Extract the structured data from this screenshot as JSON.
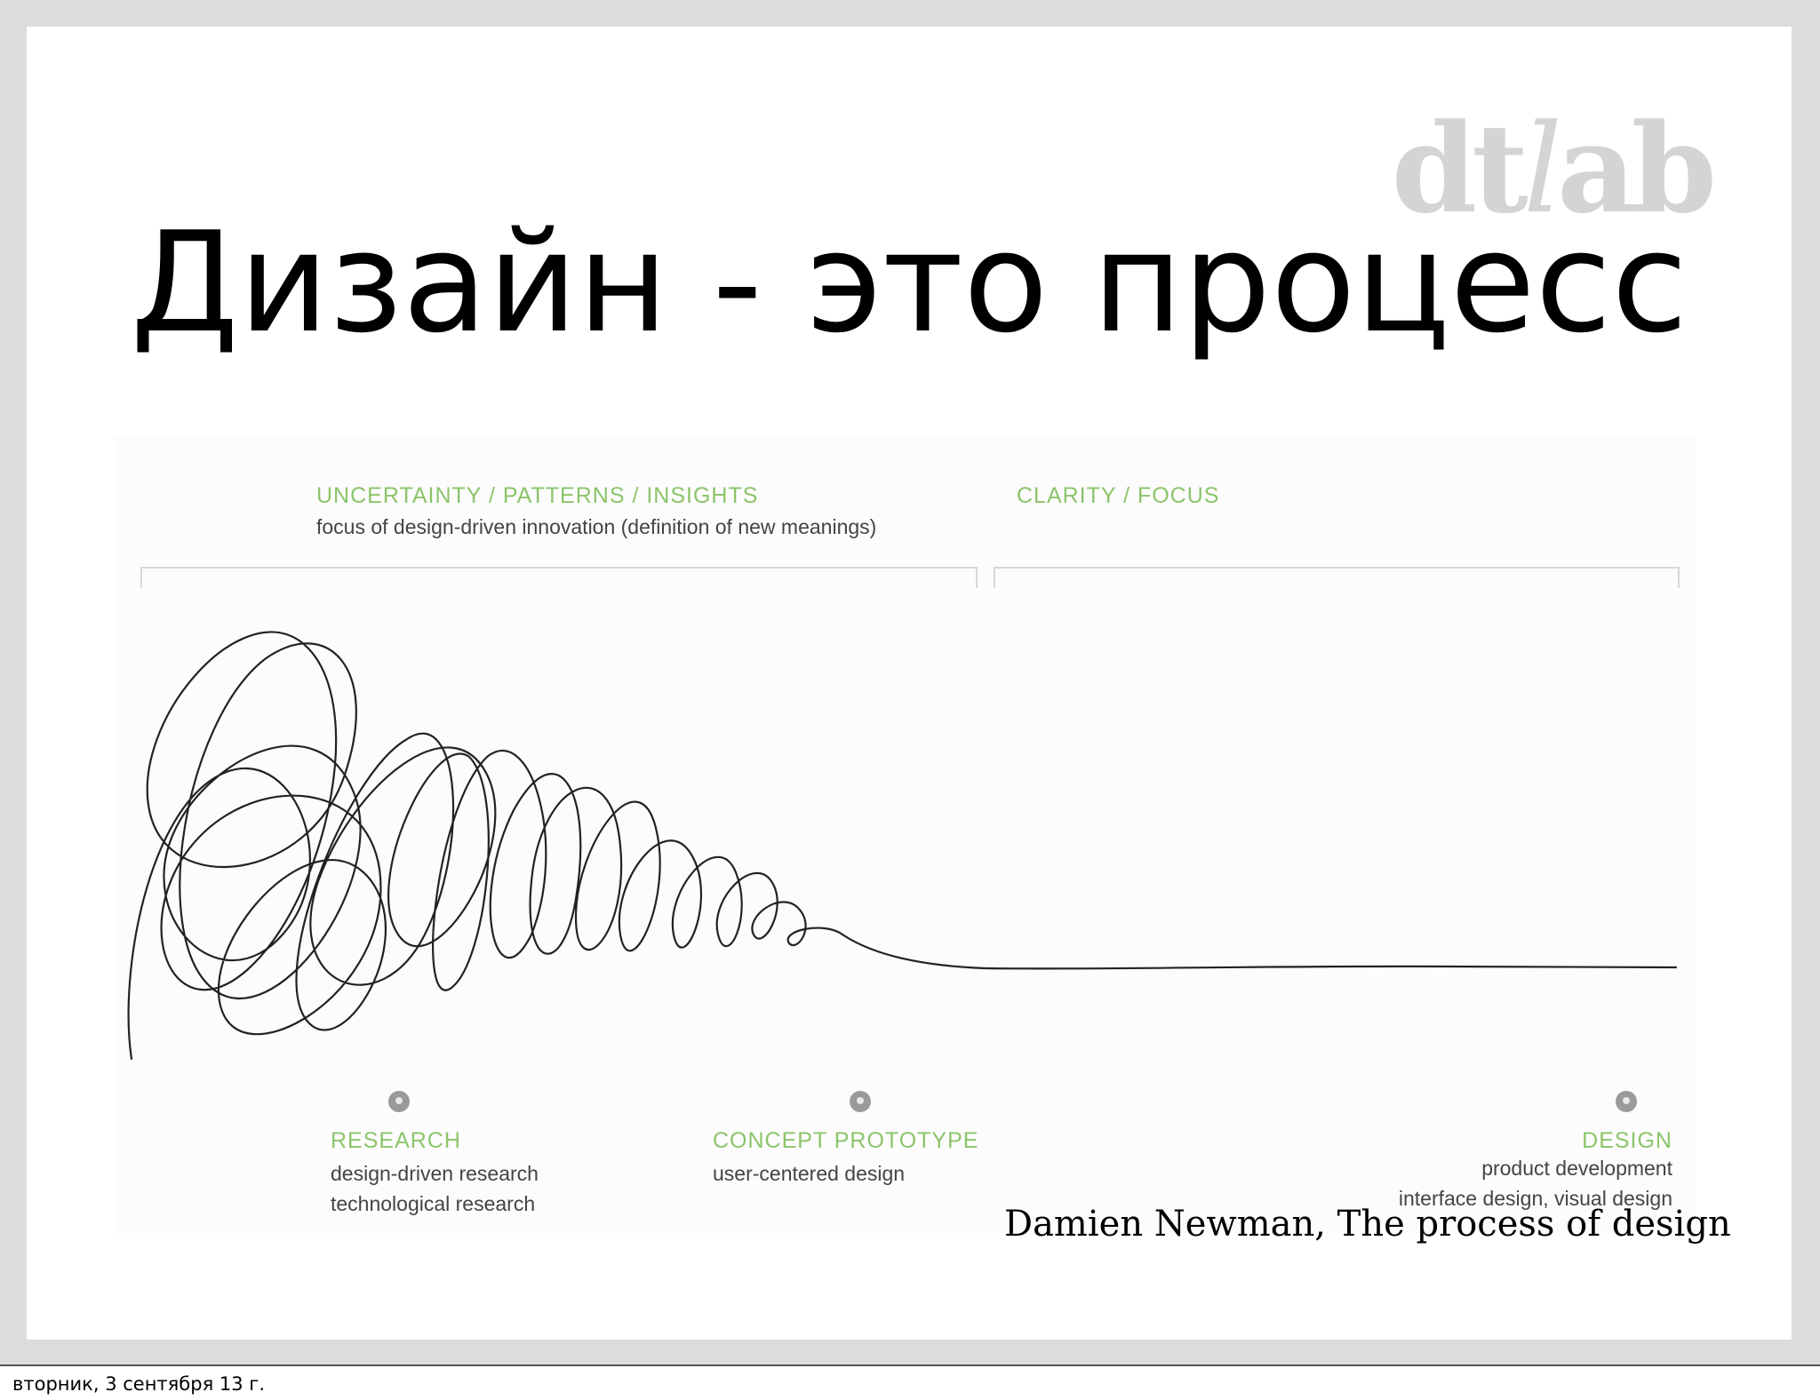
{
  "slide": {
    "logo_prefix": "dt",
    "logo_mid": "l",
    "logo_suffix": "ab",
    "title": "Дизайн - это процесс",
    "caption": "Damien Newman, The process of design"
  },
  "diagram": {
    "phases": [
      {
        "label": "UNCERTAINTY / PATTERNS / INSIGHTS",
        "sub": "focus of design-driven innovation (definition of new meanings)"
      },
      {
        "label": "CLARITY / FOCUS",
        "sub": ""
      }
    ],
    "stages": [
      {
        "label": "RESEARCH",
        "lines": [
          "design-driven research",
          "technological research"
        ]
      },
      {
        "label": "CONCEPT PROTOTYPE",
        "lines": [
          "user-centered design"
        ]
      },
      {
        "label": "DESIGN",
        "lines": [
          "product development",
          "interface design, visual design"
        ]
      }
    ],
    "accent_color": "#8cc46a",
    "line_color": "#222222"
  },
  "footer": {
    "date": "вторник, 3 сентября 13 г."
  }
}
